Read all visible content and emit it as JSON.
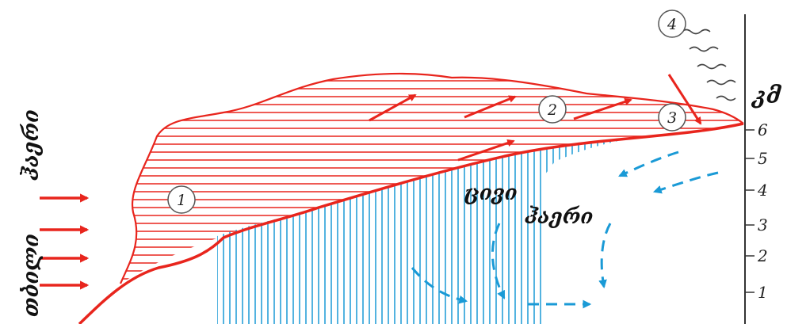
{
  "labels": {
    "warm_air_line1": "ჰაერი",
    "warm_air_line2": "თბილი",
    "cold_air_line1": "ცივი",
    "cold_air_line2": "ჰაერი",
    "height_unit": "კმ"
  },
  "axis": {
    "ticks": [
      "1",
      "2",
      "3",
      "4",
      "5",
      "6"
    ]
  },
  "zones": [
    "1",
    "2",
    "3",
    "4"
  ],
  "colors": {
    "warm": "#e8251d",
    "cold": "#1a9ad6",
    "axis": "#333333"
  }
}
